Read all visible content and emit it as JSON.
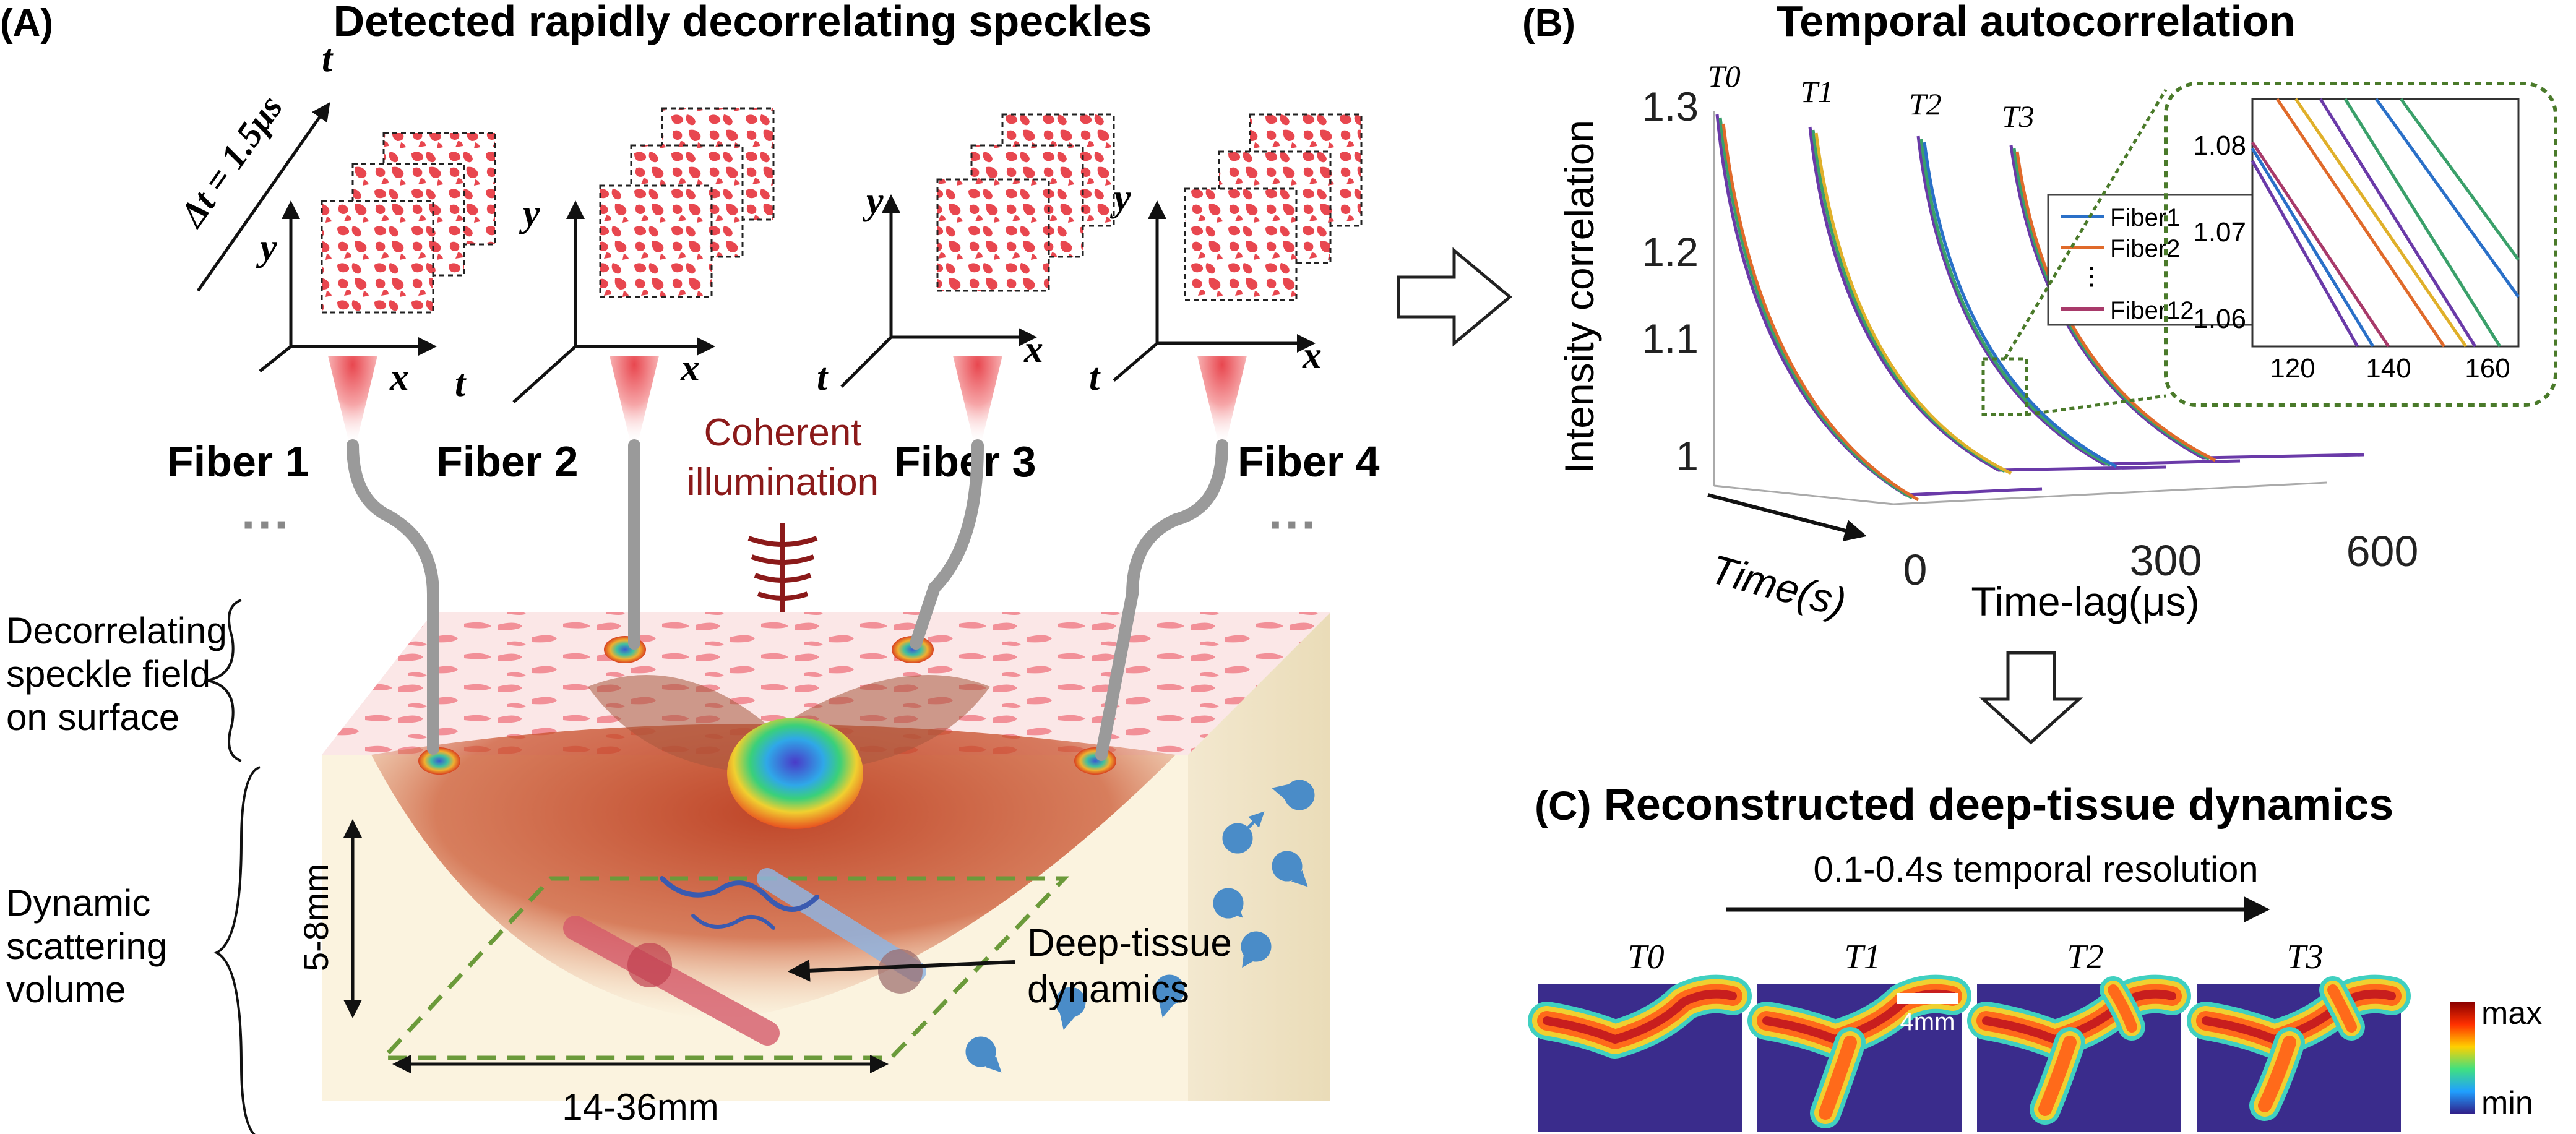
{
  "panelA": {
    "label": "(A)",
    "title": "Detected rapidly decorrelating speckles",
    "dt": "Δt = 1.5μs",
    "axes": {
      "t": "t",
      "x": "x",
      "y": "y"
    },
    "fibers": [
      "Fiber 1",
      "Fiber 2",
      "Fiber 3",
      "Fiber 4"
    ],
    "ellipsis": "···",
    "illumination_line1": "Coherent",
    "illumination_line2": "illumination",
    "surface_label": [
      "Decorrelating",
      "speckle field",
      "on surface"
    ],
    "volume_label": [
      "Dynamic",
      "scattering",
      "volume"
    ],
    "depth_label": "5-8mm",
    "width_label": "14-36mm",
    "dynamics_label": [
      "Deep-tissue",
      "dynamics"
    ]
  },
  "panelB": {
    "label": "(B)",
    "title": "Temporal autocorrelation",
    "ylabel": "Intensity correlation",
    "xlabel": "Time-lag(μs)",
    "timelabel": "Time(s)",
    "yticks": [
      "1.3",
      "1.2",
      "1.1",
      "1"
    ],
    "xticks": [
      "0",
      "300",
      "600"
    ],
    "times": [
      "T0",
      "T1",
      "T2",
      "T3"
    ],
    "legend": [
      "Fiber1",
      "Fiber2",
      "⋮",
      "Fiber12"
    ],
    "inset_yticks": [
      "1.08",
      "1.07",
      "1.06"
    ],
    "inset_xticks": [
      "120",
      "140",
      "160"
    ]
  },
  "panelC": {
    "label": "(C)",
    "title": "Reconstructed deep-tissue dynamics",
    "resolution": "0.1-0.4s temporal resolution",
    "times": [
      "T0",
      "T1",
      "T2",
      "T3"
    ],
    "scalebar": "4mm",
    "cb_max": "max",
    "cb_min": "min"
  },
  "colors": {
    "speckle": "#e8474f",
    "dark_red": "#8b1a1a",
    "fiber_gray": "#9a9a9a",
    "green_dash": "#6b9a3a",
    "particle": "#4a8cc8"
  }
}
